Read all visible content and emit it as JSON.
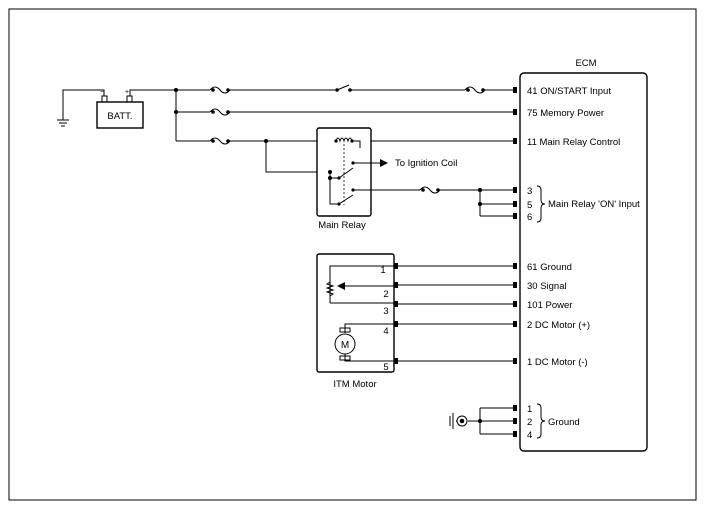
{
  "ecm": {
    "label": "ECM",
    "pins": [
      {
        "text": "41 ON/START Input"
      },
      {
        "text": "75 Memory Power"
      },
      {
        "text": "11 Main Relay Control"
      },
      {
        "text": "61 Ground"
      },
      {
        "text": "30 Signal"
      },
      {
        "text": "101 Power"
      },
      {
        "text": "2 DC Motor (+)"
      },
      {
        "text": "1 DC Motor (-)"
      }
    ],
    "relay_on_pins": [
      "3",
      "5",
      "6"
    ],
    "relay_on_label": "Main Relay 'ON' Input",
    "ground_pins": [
      "1",
      "2",
      "4"
    ],
    "ground_label": "Ground"
  },
  "battery": {
    "label": "BATT."
  },
  "main_relay": {
    "label": "Main Relay",
    "ignition_label": "To Ignition Coil"
  },
  "itm_motor": {
    "label": "ITM Motor",
    "pins": [
      "1",
      "2",
      "3",
      "4",
      "5"
    ],
    "motor_symbol": "M"
  }
}
